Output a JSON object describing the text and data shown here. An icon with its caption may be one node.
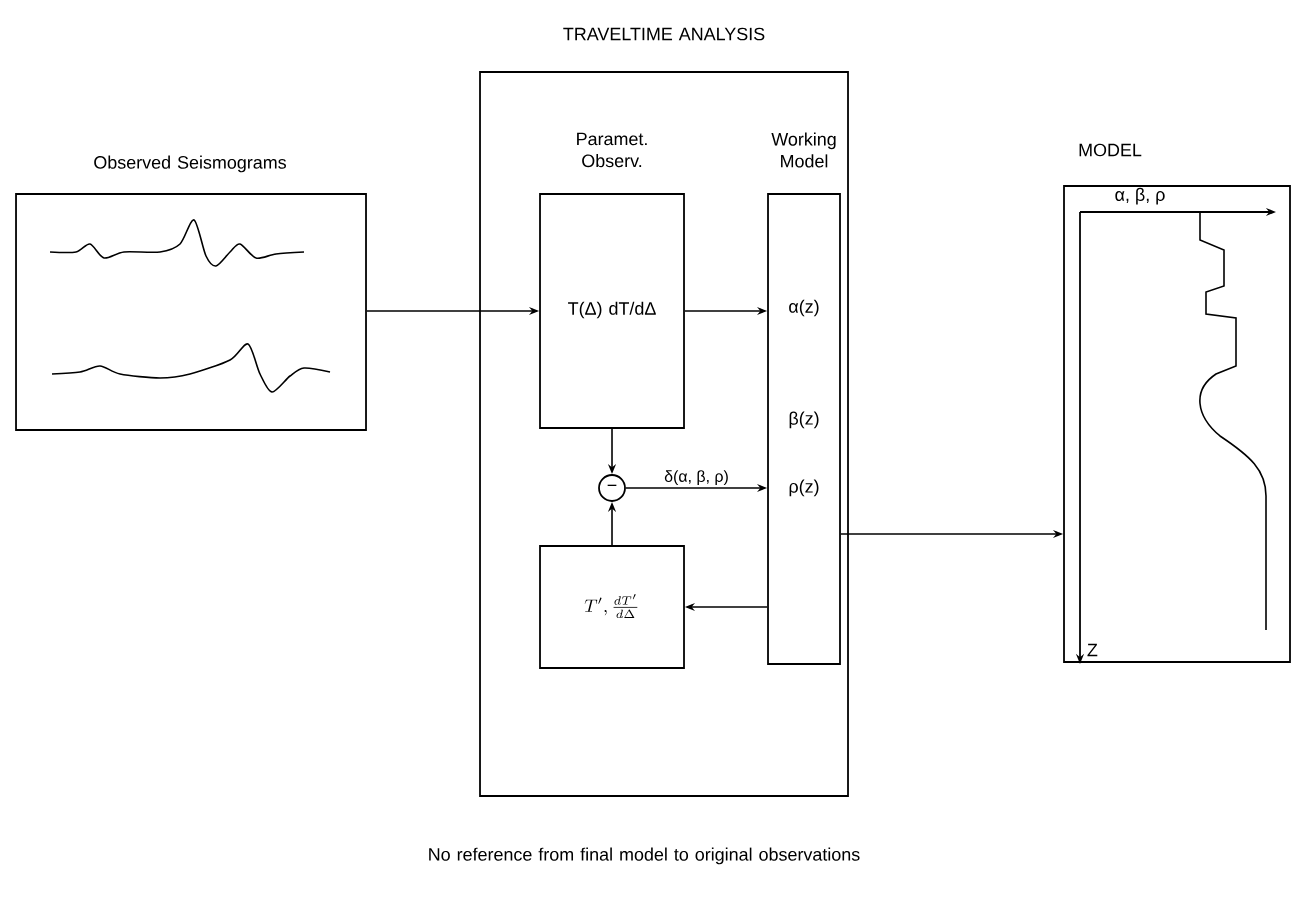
{
  "diagram": {
    "caption": "No reference from final model to original observations",
    "nodes": [
      {
        "text": [
          "TRAVELTIME ANALYSIS"
        ]
      },
      {
        "text": [
          "Observed Seismograms"
        ]
      },
      {
        "text": [
          "Paramet. Observ.",
          "T(Δ) dT/dΔ"
        ],
        "in": 0
      },
      {
        "text": [
          "Working Model",
          "α(z)",
          "β(z)",
          "ρ(z)"
        ],
        "in": 0
      },
      {
        "text": [
          "−"
        ],
        "in": 0
      },
      {
        "text": [
          "T', \\frac{dT'}{d\\Delta}"
        ],
        "in": 0
      },
      {
        "text": [
          "MODEL"
        ]
      }
    ],
    "edges": [
      {
        "from": 1,
        "to": 2,
        "arrow": "to"
      },
      {
        "from": 2,
        "to": 3,
        "arrow": "to"
      },
      {
        "from": 2,
        "to": 4,
        "arrow": "to"
      },
      {
        "from": 5,
        "to": 4,
        "arrow": "to"
      },
      {
        "from": 4,
        "to": 3,
        "arrow": "to",
        "label": "δ(α, β, ρ)"
      },
      {
        "from": 3,
        "to": 5,
        "arrow": "to"
      },
      {
        "from": 3,
        "to": 6,
        "arrow": "to"
      }
    ],
    "labels": [
      "α, β, ρ",
      "Z"
    ]
  }
}
